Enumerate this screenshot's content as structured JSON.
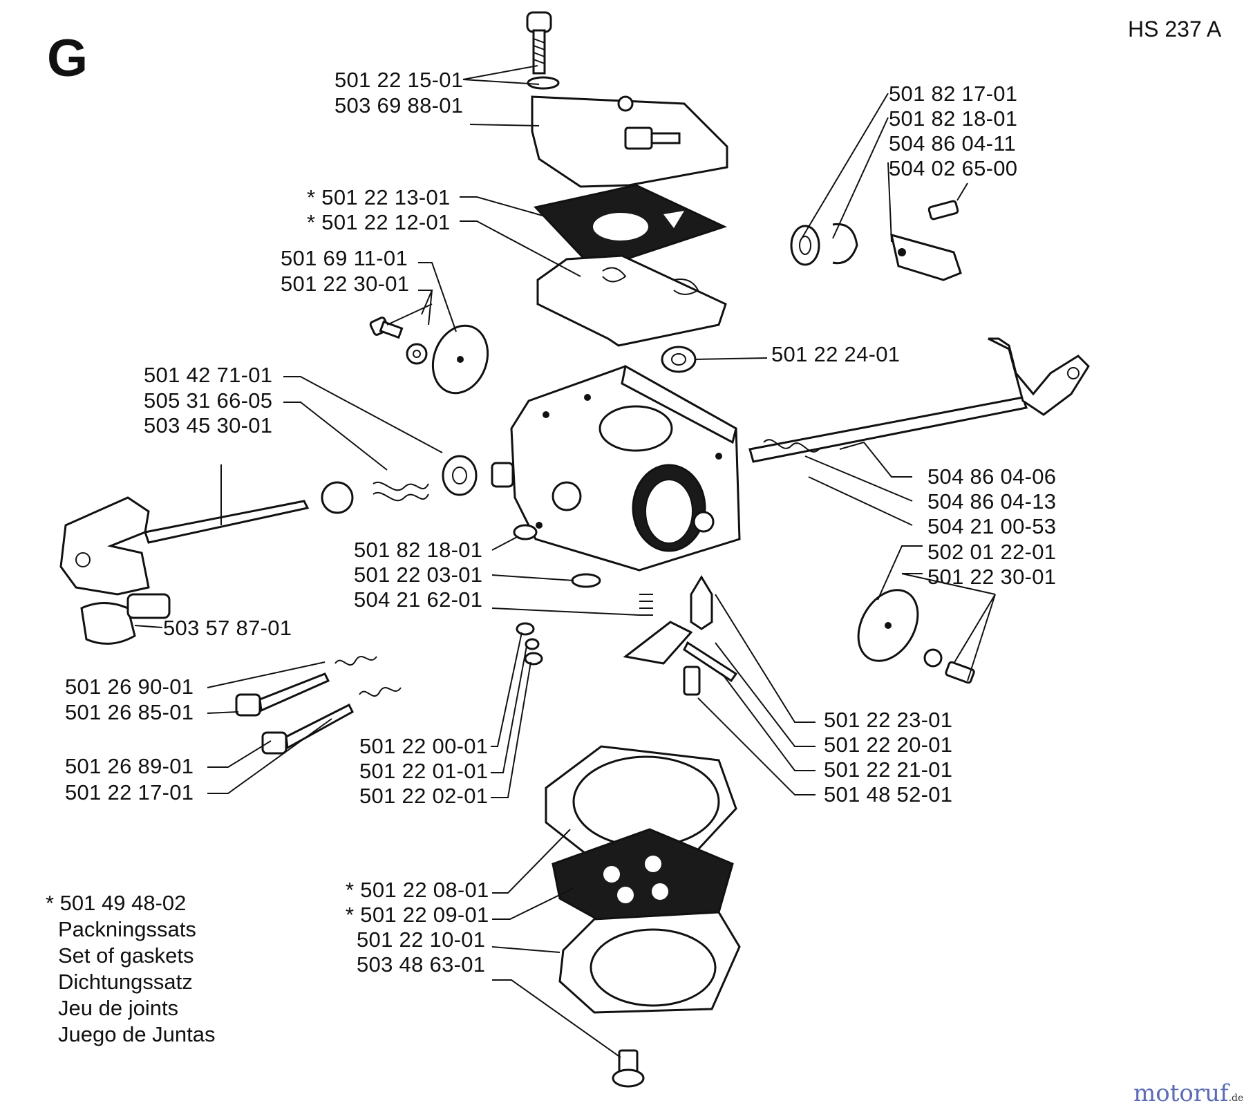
{
  "header": {
    "letter": "G",
    "code": "HS 237 A"
  },
  "labels": {
    "screw_top": "501 22 15-01",
    "cover": "503 69 88-01",
    "gasket_top_a": "* 501 22 13-01",
    "gasket_top_b": "* 501 22 12-01",
    "disc_left_a": "501 69 11-01",
    "disc_left_b": "501 22 30-01",
    "choke_a": "501 42 71-01",
    "choke_b": "505 31 66-05",
    "choke_c": "503 45 30-01",
    "knob": "503 57 87-01",
    "needle_a": "501 26 90-01",
    "needle_b": "501 26 85-01",
    "needle_c": "501 26 89-01",
    "needle_d": "501 22 17-01",
    "clip_a": "501 82 18-01",
    "clip_b": "501 22 03-01",
    "clip_c": "504 21 62-01",
    "ring_a": "501 22 00-01",
    "ring_b": "501 22 01-01",
    "ring_c": "501 22 02-01",
    "lower_a": "* 501 22 08-01",
    "lower_b": "* 501 22 09-01",
    "lower_c": "501 22 10-01",
    "lower_d": "503 48 63-01",
    "right_top_a": "501 82 17-01",
    "right_top_b": "501 82 18-01",
    "right_top_c": "504 86 04-11",
    "right_top_d": "504 02 65-00",
    "nut": "501 22 24-01",
    "shaft_a": "504 86 04-06",
    "shaft_b": "504 86 04-13",
    "shaft_c": "504 21 00-53",
    "disc_right_a": "502 01 22-01",
    "disc_right_b": "501 22 30-01",
    "valve_a": "501 22 23-01",
    "valve_b": "501 22 20-01",
    "valve_c": "501 22 21-01",
    "valve_d": "501 48 52-01"
  },
  "kit": {
    "number": "* 501 49 48-02",
    "names": [
      "Packningssats",
      "Set of gaskets",
      "Dichtungssatz",
      "Jeu de joints",
      "Juego de Juntas"
    ]
  },
  "watermark": {
    "brand": "motoruf",
    "suffix": ".de"
  }
}
